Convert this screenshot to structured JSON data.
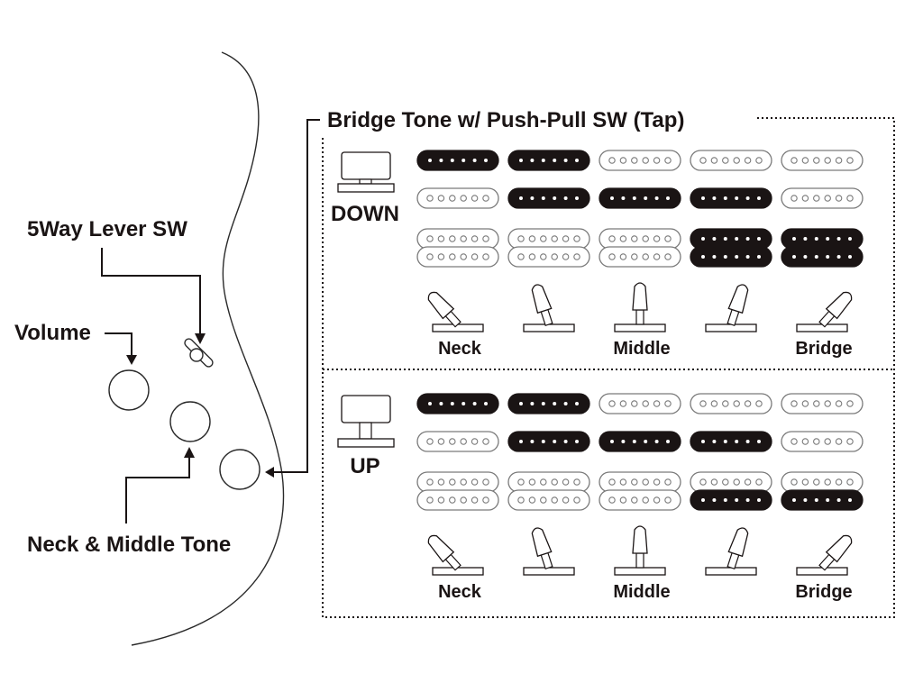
{
  "colors": {
    "ink": "#1a1414",
    "outline": "#7a7a7a",
    "active_fill": "#1a1414",
    "background": "#ffffff"
  },
  "labels": {
    "five_way_switch": "5Way Lever SW",
    "volume": "Volume",
    "neck_middle_tone": "Neck & Middle Tone",
    "bridge_tone": "Bridge Tone w/ Push-Pull SW (Tap)"
  },
  "pickup_order_top_to_bottom": [
    "neck single-coil",
    "middle single-coil",
    "bridge humbucker"
  ],
  "lever_positions": [
    {
      "index": 1,
      "label": "Neck",
      "angle": "full-left"
    },
    {
      "index": 2,
      "label": "",
      "angle": "half-left"
    },
    {
      "index": 3,
      "label": "Middle",
      "angle": "center"
    },
    {
      "index": 4,
      "label": "",
      "angle": "half-right"
    },
    {
      "index": 5,
      "label": "Bridge",
      "angle": "full-right"
    }
  ],
  "panels": [
    {
      "state": "DOWN",
      "neck": [
        true,
        true,
        false,
        false,
        false
      ],
      "middle": [
        false,
        true,
        true,
        true,
        false
      ],
      "bridge_top": [
        false,
        false,
        false,
        true,
        true
      ],
      "bridge_bottom": [
        false,
        false,
        false,
        true,
        true
      ]
    },
    {
      "state": "UP",
      "neck": [
        true,
        true,
        false,
        false,
        false
      ],
      "middle": [
        false,
        true,
        true,
        true,
        false
      ],
      "bridge_top": [
        false,
        false,
        false,
        false,
        false
      ],
      "bridge_bottom": [
        false,
        false,
        false,
        true,
        true
      ]
    }
  ]
}
